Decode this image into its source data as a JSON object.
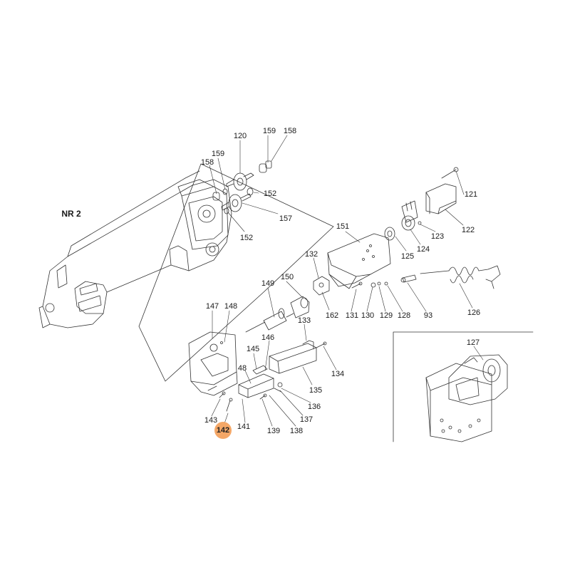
{
  "diagram": {
    "assembly_label": "NR 2",
    "highlight_color": "#f4a767",
    "highlighted_part": "142",
    "parts": {
      "p120": "120",
      "p159a": "159",
      "p158a": "158",
      "p159b": "159",
      "p158b": "158",
      "p152a": "152",
      "p157": "157",
      "p152b": "152",
      "p121": "121",
      "p122": "122",
      "p123": "123",
      "p124": "124",
      "p151": "151",
      "p125": "125",
      "p132": "132",
      "p150": "150",
      "p149": "149",
      "p162": "162",
      "p131": "131",
      "p130": "130",
      "p129": "129",
      "p128": "128",
      "p93": "93",
      "p126": "126",
      "p147": "147",
      "p148": "148",
      "p133": "133",
      "p146": "146",
      "p145": "145",
      "p134": "134",
      "p48": "48",
      "p135": "135",
      "p136": "136",
      "p137": "137",
      "p143": "143",
      "p142": "142",
      "p141": "141",
      "p139": "139",
      "p138": "138",
      "p127": "127"
    }
  }
}
